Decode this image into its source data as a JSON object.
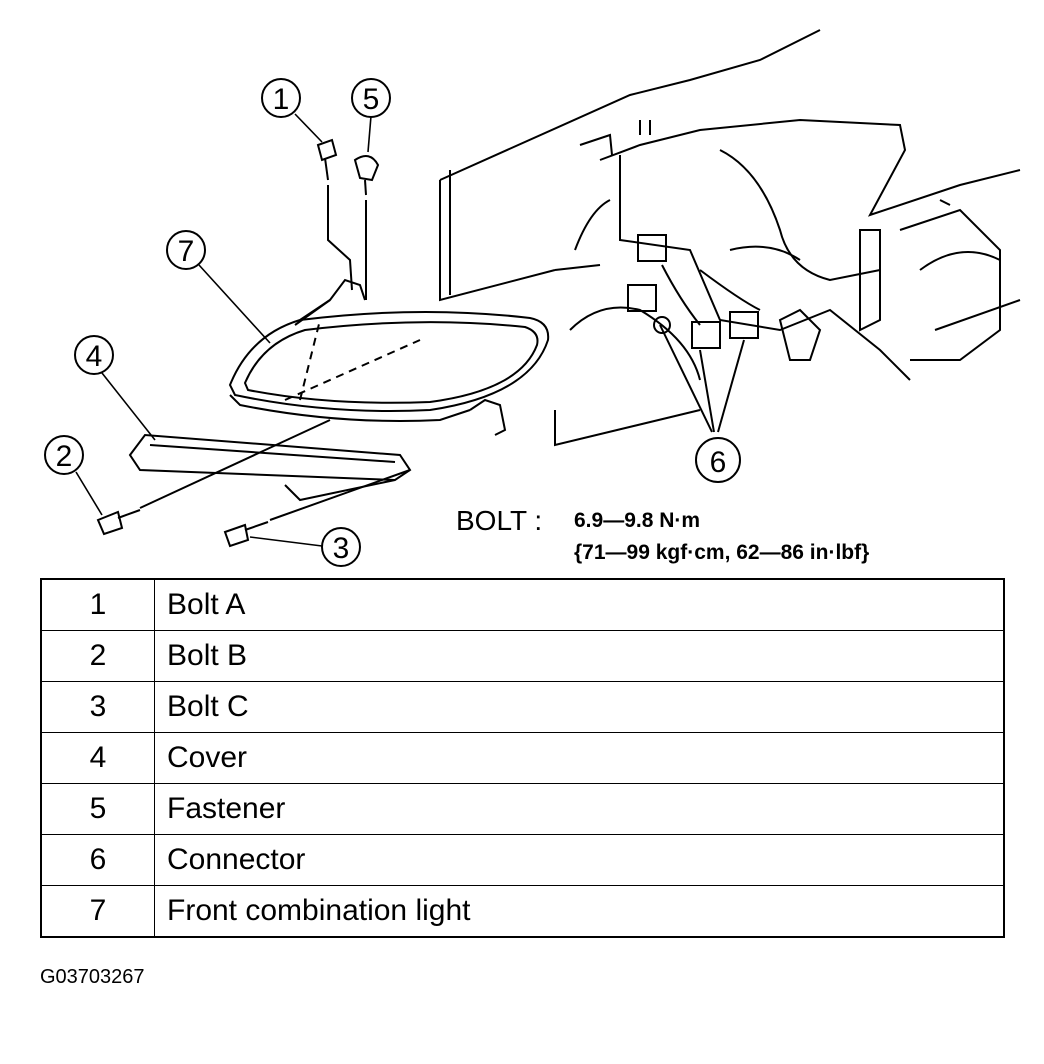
{
  "diagram": {
    "callouts": [
      "1",
      "2",
      "3",
      "4",
      "5",
      "6",
      "7"
    ]
  },
  "spec": {
    "label": "BOLT :",
    "torque": "6.9—9.8 N·m",
    "torque_alt": "{71—99 kgf·cm, 62—86 in·lbf}"
  },
  "parts": [
    {
      "num": "1",
      "name": "Bolt A"
    },
    {
      "num": "2",
      "name": "Bolt B"
    },
    {
      "num": "3",
      "name": "Bolt C"
    },
    {
      "num": "4",
      "name": "Cover"
    },
    {
      "num": "5",
      "name": "Fastener"
    },
    {
      "num": "6",
      "name": "Connector"
    },
    {
      "num": "7",
      "name": "Front combination light"
    }
  ],
  "figure_code": "G03703267"
}
